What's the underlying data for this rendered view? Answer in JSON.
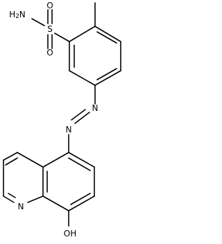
{
  "figure": {
    "type": "chemical-structure",
    "atom_labels": {
      "sulfonyl_o_top": "O",
      "sulfonyl_o_bottom": "O",
      "sulfur": "S",
      "amine_h": "H",
      "amine_h_count": "2",
      "amine_n": "N",
      "azo_n1": "N",
      "azo_n2": "N",
      "quinoline_n": "N",
      "hydroxyl": "OH"
    }
  }
}
